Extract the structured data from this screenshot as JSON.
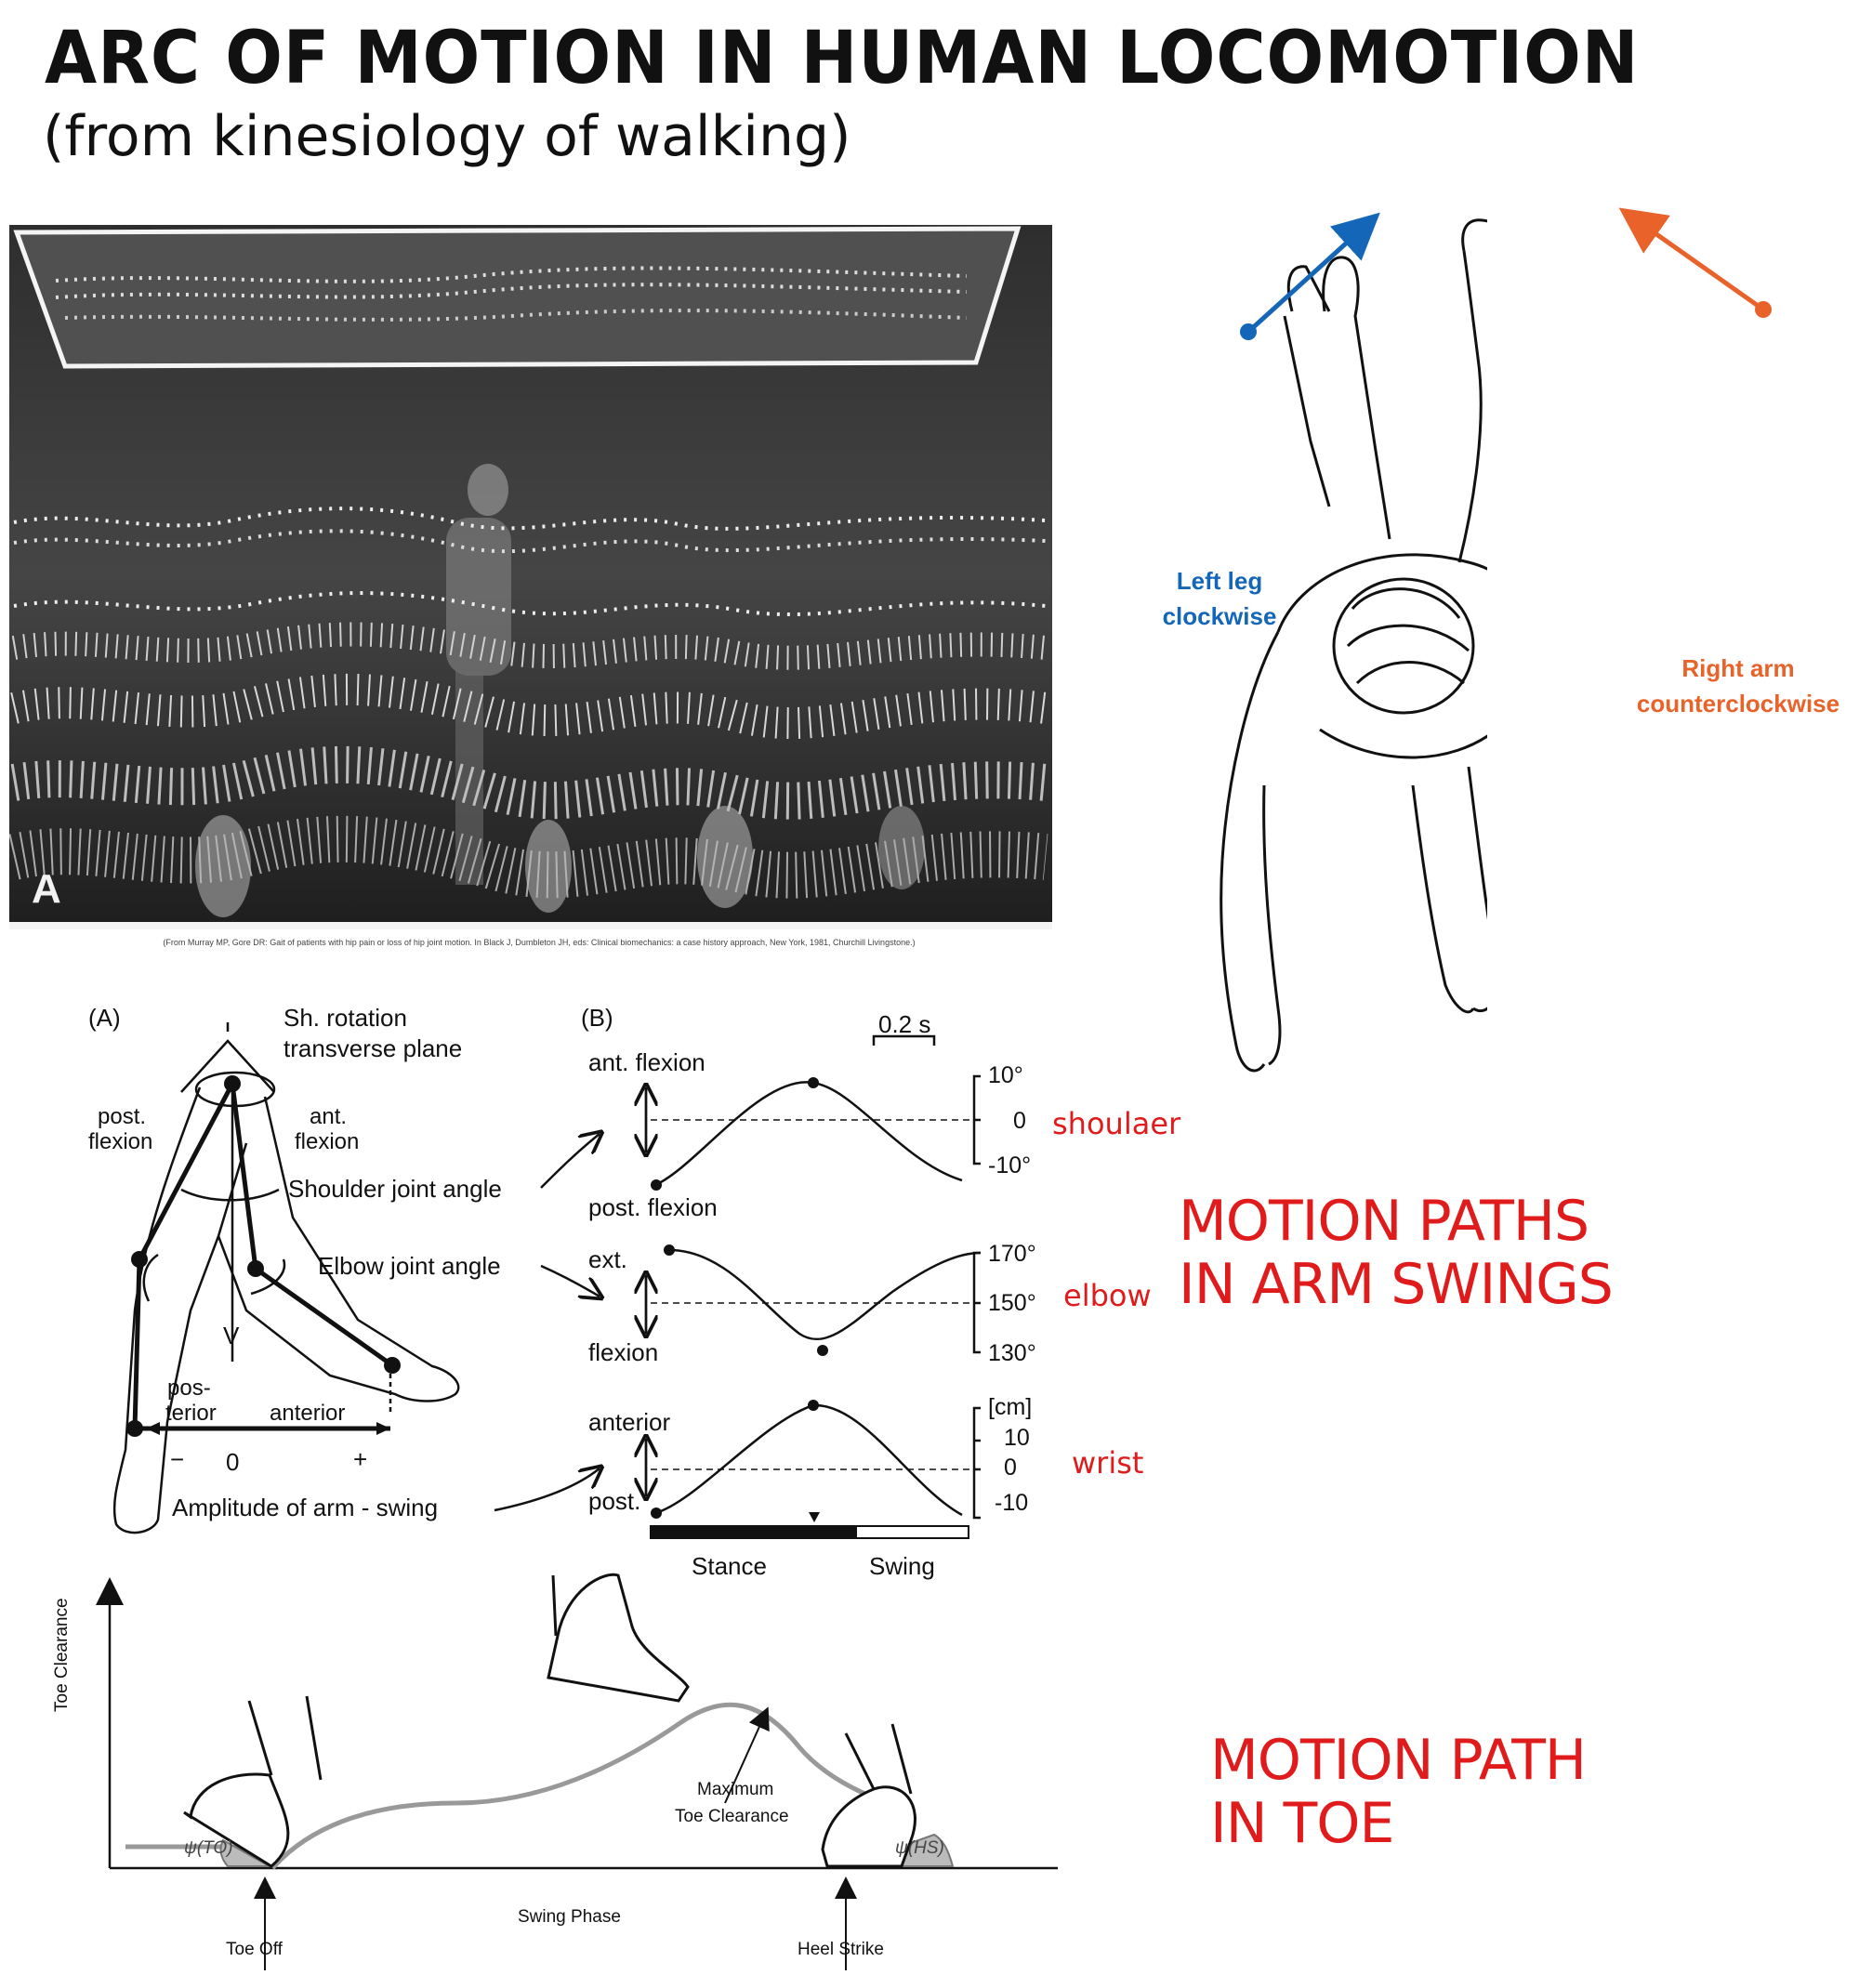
{
  "title": "ARC OF MOTION IN HUMAN LOCOMOTION",
  "subtitle": "(from kinesiology of walking)",
  "photo": {
    "label": "A",
    "caption": "(From Murray MP, Gore DR: Gait of patients with hip pain or loss of hip joint motion. In Black J, Dumbleton JH, eds: Clinical biomechanics: a case history approach, New York, 1981, Churchill Livingstone.)"
  },
  "topview": {
    "left_label_1": "Left leg",
    "left_label_2": "clockwise",
    "right_label_1": "Right arm",
    "right_label_2": "counterclockwise",
    "colors": {
      "left": "#1466b8",
      "right": "#e8622a"
    }
  },
  "arm_figure": {
    "panel_a": "(A)",
    "panel_b": "(B)",
    "sh_rotation_1": "Sh. rotation",
    "sh_rotation_2": "transverse plane",
    "post_flexion_1": "post.",
    "post_flexion_2": "flexion",
    "ant_flexion_1": "ant.",
    "ant_flexion_2": "flexion",
    "shoulder_joint_angle": "Shoulder joint angle",
    "elbow_joint_angle": "Elbow joint angle",
    "v_label": "V",
    "posterior_1": "pos-",
    "posterior_2": "terior",
    "anterior": "anterior",
    "minus": "−",
    "zero": "0",
    "plus": "+",
    "amplitude": "Amplitude of arm - swing",
    "time_scale": "0.2 s",
    "shoulder_top": "ant. flexion",
    "shoulder_bottom": "post. flexion",
    "shoulder_ticks": [
      "10°",
      "0",
      "-10°"
    ],
    "elbow_top": "ext.",
    "elbow_bottom": "flexion",
    "elbow_ticks": [
      "170°",
      "150°",
      "130°"
    ],
    "wrist_top": "anterior",
    "wrist_bottom": "post.",
    "wrist_ticks": [
      "[cm]",
      "10",
      "0",
      "-10"
    ],
    "stance": "Stance",
    "swing": "Swing"
  },
  "annotations": {
    "shoulder": "shoulaer",
    "elbow": "elbow",
    "wrist": "wrist",
    "arm_paths_1": "MOTION PATHS",
    "arm_paths_2": "IN ARM SWINGS",
    "toe_path_1": "MOTION PATH",
    "toe_path_2": "IN TOE"
  },
  "toe_figure": {
    "y_axis": "Toe Clearance",
    "max_1": "Maximum",
    "max_2": "Toe Clearance",
    "psi_to": "ψ(TO)",
    "psi_hs": "ψ(HS)",
    "toe_off": "Toe Off",
    "swing_phase": "Swing Phase",
    "heel_strike": "Heel Strike"
  }
}
